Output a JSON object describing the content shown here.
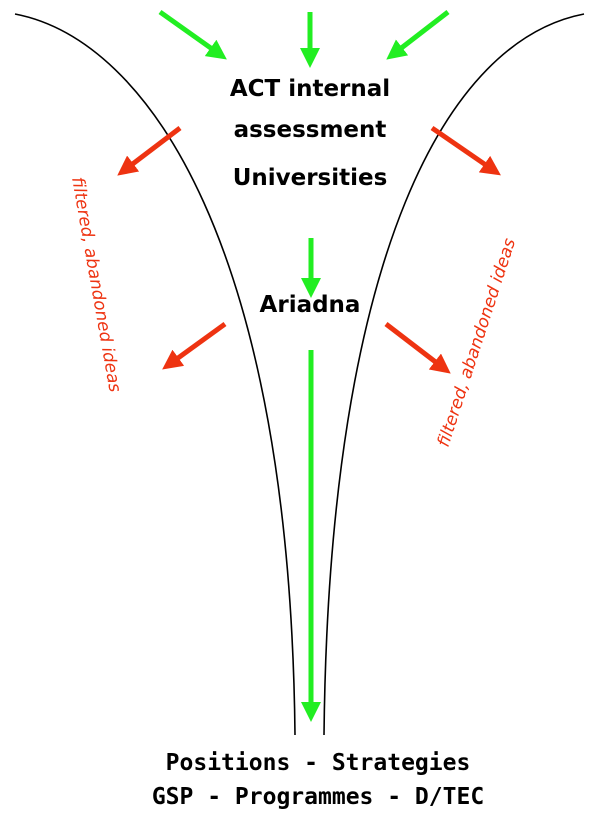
{
  "colors": {
    "input_arrow": "#22ee22",
    "filter_arrow": "#ee3311",
    "funnel_line": "#000000",
    "label": "#000000",
    "side_label": "#ee3311"
  },
  "labels": {
    "act_line1": "ACT internal",
    "act_line2": "assessment",
    "universities": "Universities",
    "ariadna": "Ariadna",
    "side_left": "filtered, abandoned ideas",
    "side_right": "filtered, abandoned ideas",
    "bottom_line1": "Positions - Strategies",
    "bottom_line2": "GSP - Programmes - D/TEC"
  }
}
